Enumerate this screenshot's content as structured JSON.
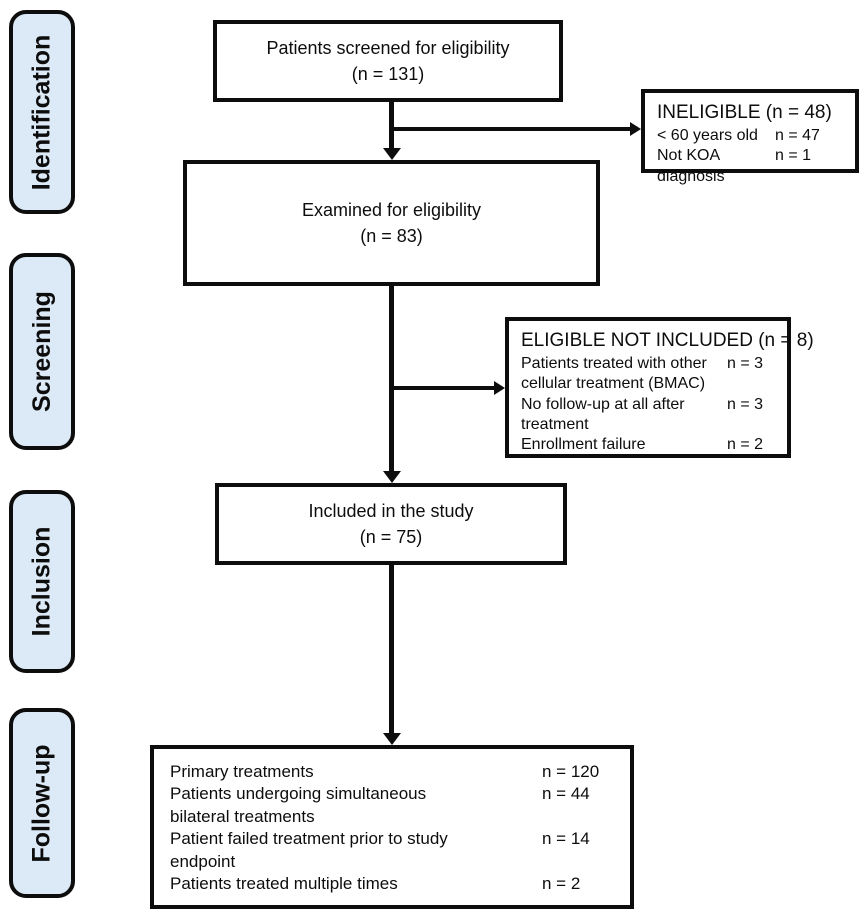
{
  "colors": {
    "stage_fill": "#dce9f6",
    "line_and_border": "#0d0d0d",
    "box_background": "#ffffff"
  },
  "sidebar": {
    "stages": [
      {
        "label": "Identification"
      },
      {
        "label": "Screening"
      },
      {
        "label": "Inclusion"
      },
      {
        "label": "Follow-up"
      }
    ]
  },
  "flow": {
    "screened": {
      "line1": "Patients screened for eligibility",
      "line2": "(n = 131)"
    },
    "ineligible": {
      "title": "INELIGIBLE (n = 48)",
      "items": [
        {
          "label": "< 60 years old",
          "value": "n = 47"
        },
        {
          "label": "Not KOA diagnosis",
          "value": "n = 1"
        }
      ]
    },
    "examined": {
      "line1": "Examined for eligibility",
      "line2": "(n = 83)"
    },
    "eligible_not_included": {
      "title": "ELIGIBLE NOT INCLUDED (n = 8)",
      "items": [
        {
          "label": "Patients treated with other\ncellular treatment (BMAC)",
          "value": "n = 3"
        },
        {
          "label": "No follow-up at all after\ntreatment",
          "value": "n = 3"
        },
        {
          "label": "Enrollment failure",
          "value": "n = 2"
        }
      ]
    },
    "included": {
      "line1": "Included in the study",
      "line2": "(n = 75)"
    },
    "followup": {
      "items": [
        {
          "label": "Primary treatments",
          "value": "n = 120"
        },
        {
          "label": "Patients undergoing simultaneous\nbilateral treatments",
          "value": "n = 44"
        },
        {
          "label": "Patient failed treatment prior to study\nendpoint",
          "value": "n = 14"
        },
        {
          "label": "Patients treated multiple times",
          "value": "n = 2"
        }
      ]
    }
  }
}
